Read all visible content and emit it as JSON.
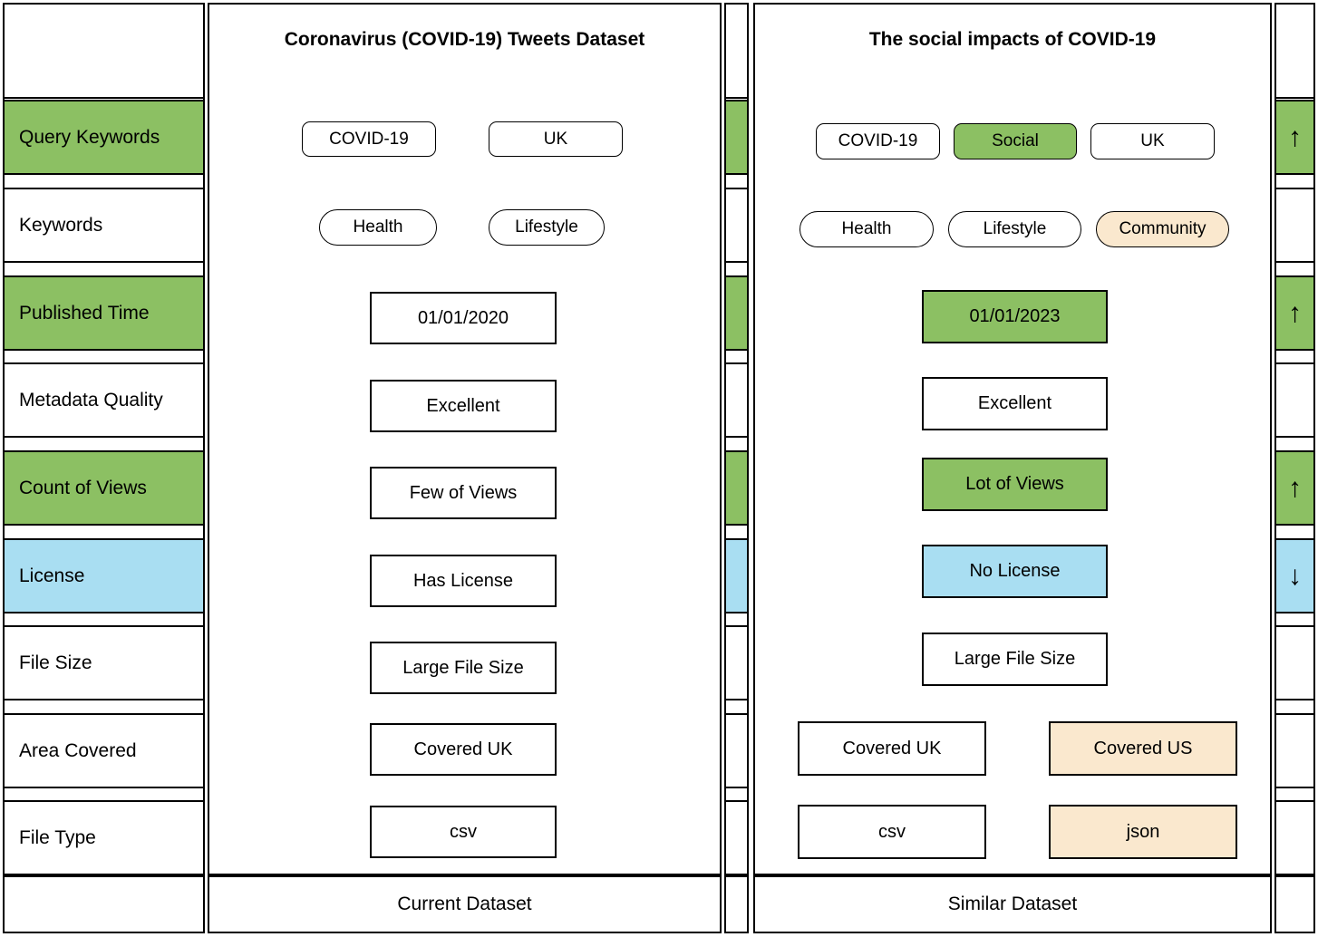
{
  "colors": {
    "green": "#8CC063",
    "blue": "#A9DEF2",
    "cream": "#FAE8CE",
    "white": "#FFFFFF",
    "border": "#000000"
  },
  "sidebar": {
    "rows": [
      {
        "label": "Query Keywords",
        "color": "green"
      },
      {
        "label": "Keywords",
        "color": "white"
      },
      {
        "label": "Published Time",
        "color": "green"
      },
      {
        "label": "Metadata Quality",
        "color": "white"
      },
      {
        "label": "Count of Views",
        "color": "green"
      },
      {
        "label": "License",
        "color": "blue"
      },
      {
        "label": "File Size",
        "color": "white"
      },
      {
        "label": "Area Covered",
        "color": "white"
      },
      {
        "label": "File Type",
        "color": "white"
      }
    ]
  },
  "current_dataset": {
    "title": "Coronavirus (COVID-19) Tweets Dataset",
    "footer": "Current Dataset",
    "query_keywords": [
      {
        "label": "COVID-19",
        "color": "white"
      },
      {
        "label": "UK",
        "color": "white"
      }
    ],
    "keywords": [
      {
        "label": "Health",
        "color": "white"
      },
      {
        "label": "Lifestyle",
        "color": "white"
      }
    ],
    "published_time": {
      "label": "01/01/2020",
      "color": "white"
    },
    "metadata_quality": {
      "label": "Excellent",
      "color": "white"
    },
    "count_of_views": {
      "label": "Few of Views",
      "color": "white"
    },
    "license": {
      "label": "Has License",
      "color": "white"
    },
    "file_size": {
      "label": "Large File Size",
      "color": "white"
    },
    "area_covered": [
      {
        "label": "Covered UK",
        "color": "white"
      }
    ],
    "file_type": [
      {
        "label": "csv",
        "color": "white"
      }
    ]
  },
  "similar_dataset": {
    "title": "The social impacts of COVID-19",
    "footer": "Similar Dataset",
    "query_keywords": [
      {
        "label": "COVID-19",
        "color": "white"
      },
      {
        "label": "Social",
        "color": "green"
      },
      {
        "label": "UK",
        "color": "white"
      }
    ],
    "keywords": [
      {
        "label": "Health",
        "color": "white"
      },
      {
        "label": "Lifestyle",
        "color": "white"
      },
      {
        "label": "Community",
        "color": "cream"
      }
    ],
    "published_time": {
      "label": "01/01/2023",
      "color": "green"
    },
    "metadata_quality": {
      "label": "Excellent",
      "color": "white"
    },
    "count_of_views": {
      "label": "Lot of Views",
      "color": "green"
    },
    "license": {
      "label": "No License",
      "color": "blue"
    },
    "file_size": {
      "label": "Large File Size",
      "color": "white"
    },
    "area_covered": [
      {
        "label": "Covered UK",
        "color": "white"
      },
      {
        "label": "Covered US",
        "color": "cream"
      }
    ],
    "file_type": [
      {
        "label": "csv",
        "color": "white"
      },
      {
        "label": "json",
        "color": "cream"
      }
    ]
  },
  "comparison_arrows": [
    {
      "row": "Query Keywords",
      "direction": "up",
      "glyph": "↑",
      "color": "green"
    },
    {
      "row": "Published Time",
      "direction": "up",
      "glyph": "↑",
      "color": "green"
    },
    {
      "row": "Count of Views",
      "direction": "up",
      "glyph": "↑",
      "color": "green"
    },
    {
      "row": "License",
      "direction": "down",
      "glyph": "↓",
      "color": "blue"
    }
  ]
}
